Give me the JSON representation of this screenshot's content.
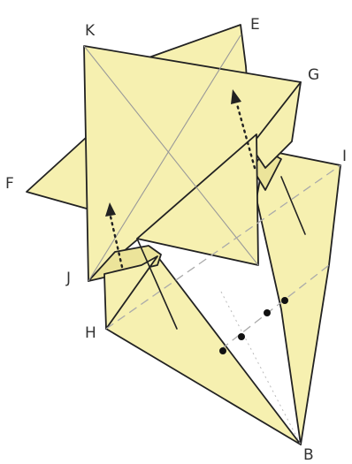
{
  "labels": {
    "K": "K",
    "E": "E",
    "G": "G",
    "F": "F",
    "I": "I",
    "J": "J",
    "H": "H",
    "B": "B"
  }
}
